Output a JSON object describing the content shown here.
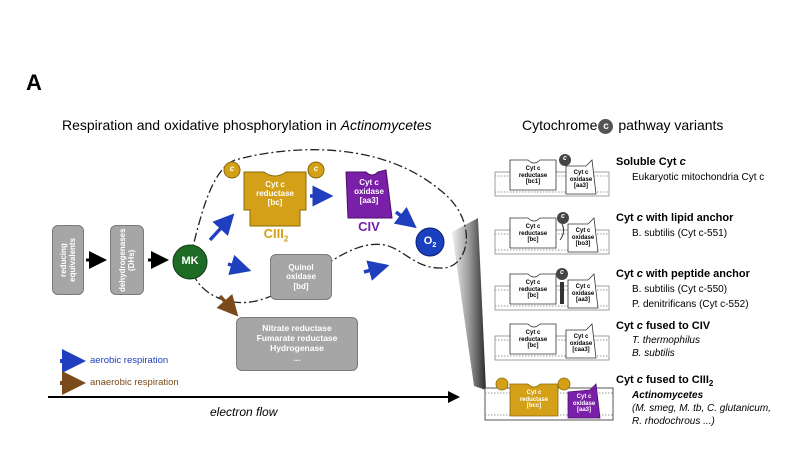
{
  "panel_label": "A",
  "left_title": "Respiration and oxidative phosphorylation in ",
  "left_title_italic": "Actinomycetes",
  "right_title_pre": "Cytochrome",
  "right_title_badge": "c",
  "right_title_post": " pathway variants",
  "left": {
    "reducing": "reducing equivalents",
    "dehydrogenases": "dehydrogenases (DHs)",
    "mk": "MK",
    "ciii_l1": "Cyt c",
    "ciii_l2": "reductase",
    "ciii_l3": "[bc]",
    "ciii_name": "CIII",
    "ciii_sub": "2",
    "civ_l1": "Cyt c",
    "civ_l2": "oxidase",
    "civ_l3": "[aa3]",
    "civ_name": "CIV",
    "o2": "O",
    "o2_sub": "2",
    "cyt_c_badge": "c",
    "quinol_l1": "Quinol",
    "quinol_l2": "oxidase",
    "quinol_l3": "[bd]",
    "anaerobic_l1": "Nitrate reductase",
    "anaerobic_l2": "Fumarate reductase",
    "anaerobic_l3": "Hydrogenase",
    "anaerobic_l4": "...",
    "legend_aerobic": "aerobic respiration",
    "legend_anaerobic": "anaerobic respiration",
    "flow_label": "electron flow"
  },
  "colors": {
    "aerobic_arrow": "#1f3fbf",
    "anaerobic_arrow": "#7a4a1a",
    "ciii": "#d4a017",
    "civ": "#7a1fa8",
    "mk": "#1e6b25",
    "o2": "#1a3fbf",
    "gray_box": "#a6a6a6"
  },
  "variants": [
    {
      "head": "Soluble Cyt ",
      "head_italic": "c",
      "lines": [
        "Eukaryotic mitochondria Cyt c"
      ],
      "r_l1": "Cyt c",
      "r_l2": "reductase",
      "r_l3": "[bc1]",
      "o_l1": "Cyt c",
      "o_l2": "oxidase",
      "o_l3": "[aa3]"
    },
    {
      "head": "Cyt ",
      "head_italic": "c",
      "head_post": " with lipid anchor",
      "lines": [
        "B. subtilis (Cyt c-551)"
      ],
      "r_l1": "Cyt c",
      "r_l2": "reductase",
      "r_l3": "[bc]",
      "o_l1": "Cyt c",
      "o_l2": "oxidase",
      "o_l3": "[bo3]"
    },
    {
      "head": "Cyt ",
      "head_italic": "c",
      "head_post": " with peptide anchor",
      "lines": [
        "B. subtilis (Cyt c-550)",
        "P. denitrificans (Cyt c-552)"
      ],
      "r_l1": "Cyt c",
      "r_l2": "reductase",
      "r_l3": "[bc]",
      "o_l1": "Cyt c",
      "o_l2": "oxidase",
      "o_l3": "[aa3]"
    },
    {
      "head": "Cyt ",
      "head_italic": "c",
      "head_post": " fused to CIV",
      "lines": [
        "T. thermophilus",
        "B. subtilis"
      ],
      "r_l1": "Cyt c",
      "r_l2": "reductase",
      "r_l3": "[bc]",
      "o_l1": "Cyt c",
      "o_l2": "oxidase",
      "o_l3": "[caa3]"
    },
    {
      "head": "Cyt ",
      "head_italic": "c",
      "head_post": " fused to CIII",
      "head_sub": "2",
      "lines": [
        "Actinomycetes",
        "(M. smeg, M. tb, C. glutanicum,",
        "R. rhodochrous ...)"
      ],
      "r_l1": "Cyt c",
      "r_l2": "reductase",
      "r_l3": "[bcc]",
      "o_l1": "Cyt c",
      "o_l2": "oxidase",
      "o_l3": "[aa3]"
    }
  ],
  "badge_c": "c"
}
